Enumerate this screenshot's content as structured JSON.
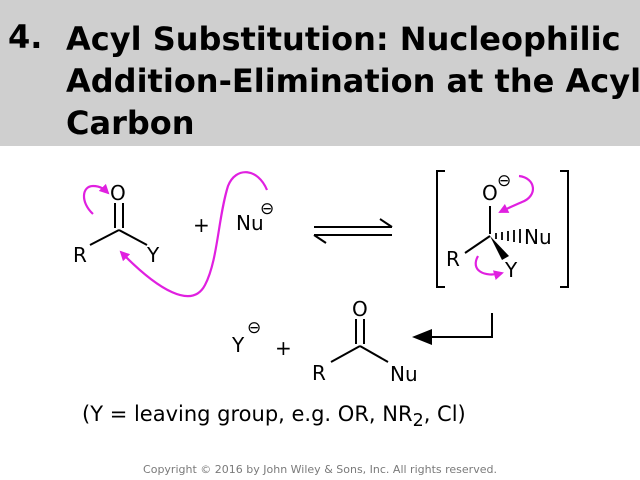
{
  "slide": {
    "number": "4.",
    "title_lines": [
      "Acyl Substitution: Nucleophilic",
      "Addition-Elimination at the Acyl",
      "Carbon"
    ]
  },
  "reactant": {
    "o": "O",
    "r": "R",
    "y": "Y"
  },
  "plus": "+",
  "nucleophile": {
    "label": "Nu",
    "charge": "⊖"
  },
  "intermediate": {
    "o": "O",
    "o_charge": "⊖",
    "nu": "Nu",
    "r": "R",
    "y": "Y"
  },
  "products": {
    "y": "Y",
    "y_charge": "⊖",
    "plus": "+",
    "o": "O",
    "r": "R",
    "nu": "Nu"
  },
  "footnote": {
    "before": "(Y = leaving group, e.g. OR, NR",
    "sub": "2",
    "after": ", Cl)"
  },
  "copyright": "Copyright © 2016 by John Wiley & Sons, Inc. All rights reserved.",
  "colors": {
    "arrow": "#e020e0",
    "title_band": "#cfcfcf"
  }
}
